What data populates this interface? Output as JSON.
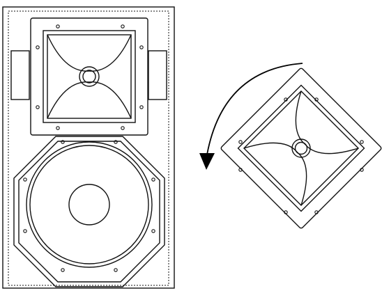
{
  "diagram": {
    "colors": {
      "background": "#ffffff",
      "line": "#111111",
      "arrow": "#000000"
    },
    "parts": {
      "cabinet": "speaker-cabinet",
      "horn": "horn-unit",
      "woofer": "woofer-unit",
      "rotated_horn": "rotated-horn-unit",
      "rotation": "counterclockwise-rotation-arrow"
    }
  }
}
